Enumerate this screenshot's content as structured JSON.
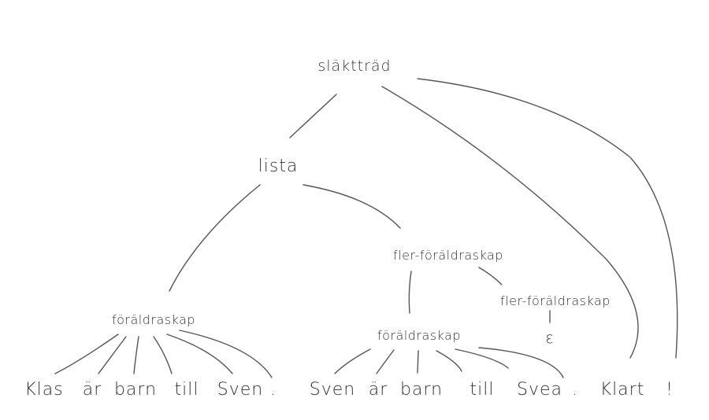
{
  "tree": {
    "root": "släktträd",
    "lista": "lista",
    "fler_foraldraskap_1": "fler-föräldraskap",
    "foraldraskap_1": "föräldraskap",
    "foraldraskap_2": "föräldraskap",
    "fler_foraldraskap_2": "fler-föräldraskap",
    "epsilon": "ε",
    "leaves": [
      "Klas",
      "är",
      "barn",
      "till",
      "Sven",
      ".",
      "Sven",
      "är",
      "barn",
      "till",
      "Svea",
      ".",
      "Klart",
      "!"
    ]
  }
}
